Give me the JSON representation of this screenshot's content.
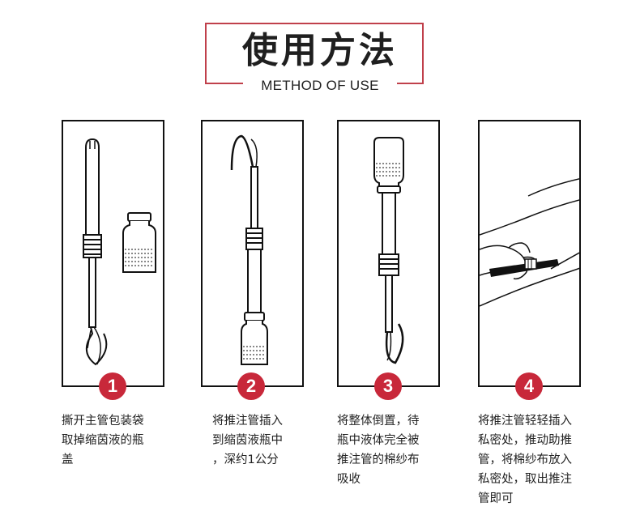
{
  "header": {
    "title": "使用方法",
    "subtitle": "METHOD OF USE"
  },
  "steps": [
    {
      "number": "1",
      "text": "撕开主管包装袋\n取掉缩茵液的瓶\n盖"
    },
    {
      "number": "2",
      "text": "将推注管插入\n到缩茵液瓶中\n，深约1公分"
    },
    {
      "number": "3",
      "text": "将整体倒置，待\n瓶中液体完全被\n推注管的棉纱布\n吸收"
    },
    {
      "number": "4",
      "text": "将推注管轻轻插入\n私密处，推动助推\n管，将棉纱布放入\n私密处，取出推注\n管即可"
    }
  ],
  "colors": {
    "accent": "#c8283a",
    "border": "#111111"
  }
}
